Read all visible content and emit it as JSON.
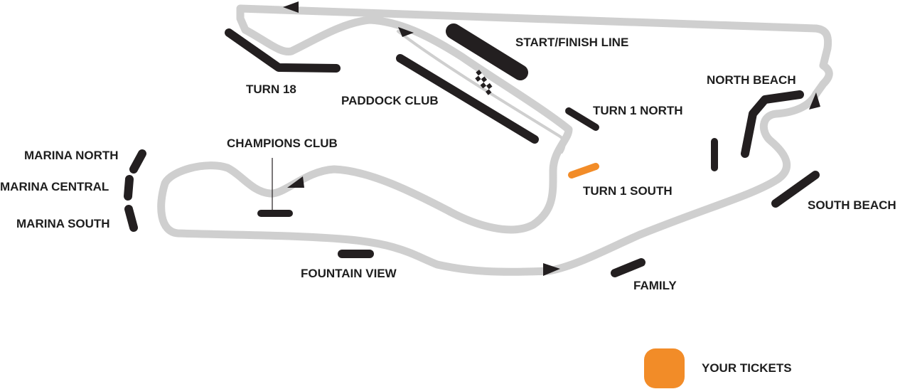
{
  "colors": {
    "track": "#cfcfcf",
    "stand": "#231f20",
    "highlight": "#f28c28",
    "label": "#1e1e1e"
  },
  "map": {
    "labels": {
      "start_finish": "START/FINISH LINE",
      "turn18": "TURN 18",
      "paddock_club": "PADDOCK CLUB",
      "turn1_north": "TURN 1 NORTH",
      "turn1_south": "TURN 1 SOUTH",
      "north_beach": "NORTH BEACH",
      "south_beach": "SOUTH BEACH",
      "champions_club": "CHAMPIONS CLUB",
      "marina_north": "MARINA NORTH",
      "marina_central": "MARINA CENTRAL",
      "marina_south": "MARINA SOUTH",
      "fountain_view": "FOUNTAIN VIEW",
      "family": "FAMILY"
    },
    "highlighted_section": "TURN 1 SOUTH",
    "direction_arrows": [
      "arrow-icon",
      "arrow-icon",
      "arrow-icon",
      "arrow-icon",
      "arrow-icon"
    ]
  },
  "legend": {
    "your_tickets_label": "YOUR TICKETS",
    "swatch_color": "#f28c28"
  }
}
